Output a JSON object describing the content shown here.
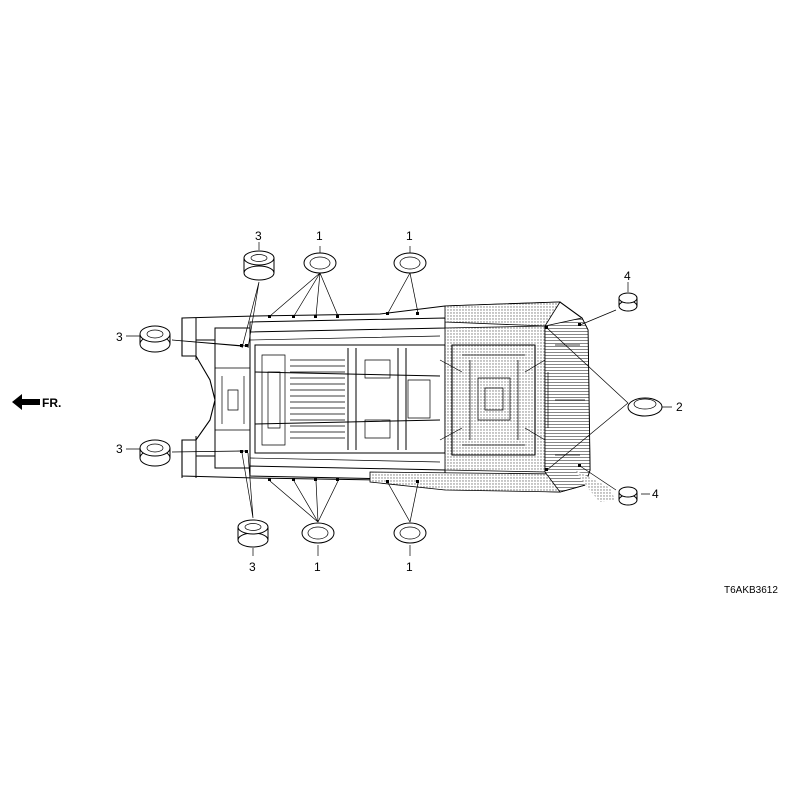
{
  "direction": {
    "label": "FR.",
    "icon": "arrow-left-icon"
  },
  "diagram_code": "T6AKB3612",
  "callouts": {
    "top_left_3": "3",
    "top_1a": "1",
    "top_1b": "1",
    "right_4_top": "4",
    "left_3_upper": "3",
    "right_2": "2",
    "left_3_lower": "3",
    "right_4_bottom": "4",
    "bottom_left_3": "3",
    "bottom_1a": "1",
    "bottom_1b": "1"
  },
  "colors": {
    "line": "#000000",
    "background": "#ffffff",
    "shading": "#9a9a9a"
  }
}
